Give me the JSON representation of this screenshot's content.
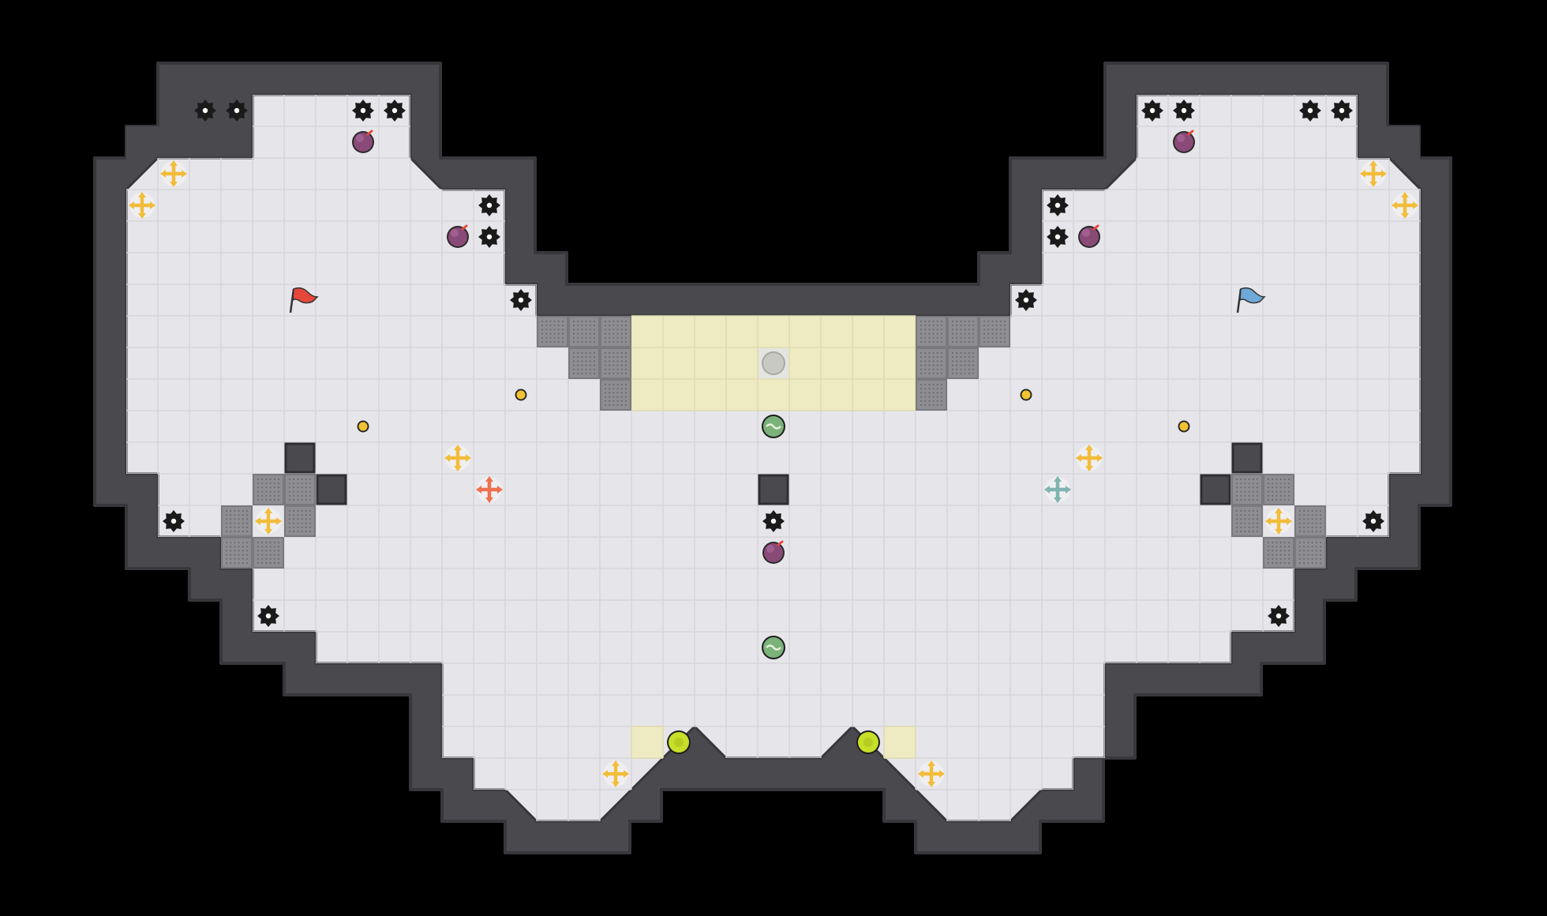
{
  "palette": {
    "background": "#000000",
    "wall": "#4a4a4e",
    "wall_edge": "#38383c",
    "floor": "#e6e6ea",
    "floor_grid": "#d6d6da",
    "floor_light": "#ececf0",
    "zone": "#eeebc3",
    "zone_grid": "#dedab2",
    "vent": "#8e8e92",
    "vent_dot": "#6c6c70",
    "block": "#4a4a4e",
    "powerup_yellow": "#f2bd3c",
    "powerup_red": "#ee7050",
    "powerup_blue": "#7fb4b0",
    "bomb": "#8a4a78",
    "ball_green": "#7ab27a",
    "ball_lime": "#c8df2a",
    "neutral_orb": "#c9c9c4",
    "mine": "#1a1a1a",
    "pellet": "#f2c330",
    "red_flag": "#e5483a",
    "blue_flag": "#6ea9d8"
  },
  "icons": {
    "mine": "spiked-mine-icon",
    "bomb": "bomb-icon",
    "powerup": "cross-arrows-powerup-icon",
    "flag": "flag-icon",
    "ball": "ball-icon",
    "orb": "neutral-orb-icon",
    "pellet": "pellet-icon",
    "vent": "grate-tile",
    "block": "wall-block"
  },
  "board": {
    "zones": [
      {
        "col": 20,
        "row": 10,
        "w": 9,
        "h": 3
      },
      {
        "col": 20,
        "row": 23,
        "w": 1,
        "h": 1
      },
      {
        "col": 28,
        "row": 23,
        "w": 1,
        "h": 1
      }
    ],
    "vents": [
      [
        17,
        10
      ],
      [
        18,
        10
      ],
      [
        19,
        10
      ],
      [
        18,
        11
      ],
      [
        19,
        11
      ],
      [
        19,
        12
      ],
      [
        29,
        10
      ],
      [
        30,
        10
      ],
      [
        31,
        10
      ],
      [
        29,
        11
      ],
      [
        30,
        11
      ],
      [
        29,
        12
      ],
      [
        8,
        15
      ],
      [
        9,
        15
      ],
      [
        7,
        16
      ],
      [
        9,
        16
      ],
      [
        7,
        17
      ],
      [
        8,
        17
      ],
      [
        39,
        15
      ],
      [
        40,
        15
      ],
      [
        39,
        16
      ],
      [
        41,
        16
      ],
      [
        40,
        17
      ],
      [
        41,
        17
      ]
    ],
    "blocks": [
      [
        9,
        14
      ],
      [
        10,
        15
      ],
      [
        24,
        15
      ],
      [
        39,
        14
      ],
      [
        38,
        15
      ]
    ],
    "mines": [
      [
        6,
        3
      ],
      [
        7,
        3
      ],
      [
        11,
        3
      ],
      [
        12,
        3
      ],
      [
        15,
        6
      ],
      [
        15,
        7
      ],
      [
        16,
        9
      ],
      [
        36,
        3
      ],
      [
        37,
        3
      ],
      [
        41,
        3
      ],
      [
        42,
        3
      ],
      [
        33,
        6
      ],
      [
        33,
        7
      ],
      [
        32,
        9
      ],
      [
        5,
        16
      ],
      [
        43,
        16
      ],
      [
        8,
        19
      ],
      [
        40,
        19
      ],
      [
        24,
        16
      ]
    ],
    "bombs": [
      [
        11,
        4
      ],
      [
        14,
        7
      ],
      [
        37,
        4
      ],
      [
        34,
        7
      ],
      [
        24,
        17
      ]
    ],
    "powerups": [
      {
        "col": 5,
        "row": 5,
        "color": "yellow"
      },
      {
        "col": 4,
        "row": 6,
        "color": "yellow"
      },
      {
        "col": 43,
        "row": 5,
        "color": "yellow"
      },
      {
        "col": 44,
        "row": 6,
        "color": "yellow"
      },
      {
        "col": 14,
        "row": 14,
        "color": "yellow"
      },
      {
        "col": 34,
        "row": 14,
        "color": "yellow"
      },
      {
        "col": 8,
        "row": 16,
        "color": "yellow"
      },
      {
        "col": 40,
        "row": 16,
        "color": "yellow"
      },
      {
        "col": 19,
        "row": 24,
        "color": "yellow"
      },
      {
        "col": 29,
        "row": 24,
        "color": "yellow"
      },
      {
        "col": 15,
        "row": 15,
        "color": "red"
      },
      {
        "col": 33,
        "row": 15,
        "color": "blue"
      }
    ],
    "flags": [
      {
        "col": 9,
        "row": 9,
        "team": "red"
      },
      {
        "col": 39,
        "row": 9,
        "team": "blue"
      }
    ],
    "balls": [
      {
        "col": 24,
        "row": 13,
        "kind": "green"
      },
      {
        "col": 24,
        "row": 20,
        "kind": "green"
      },
      {
        "col": 21,
        "row": 23,
        "kind": "lime"
      },
      {
        "col": 27,
        "row": 23,
        "kind": "lime"
      }
    ],
    "orb": {
      "col": 24,
      "row": 11
    },
    "pellets": [
      [
        16,
        12
      ],
      [
        11,
        13
      ],
      [
        32,
        12
      ],
      [
        37,
        13
      ]
    ]
  }
}
